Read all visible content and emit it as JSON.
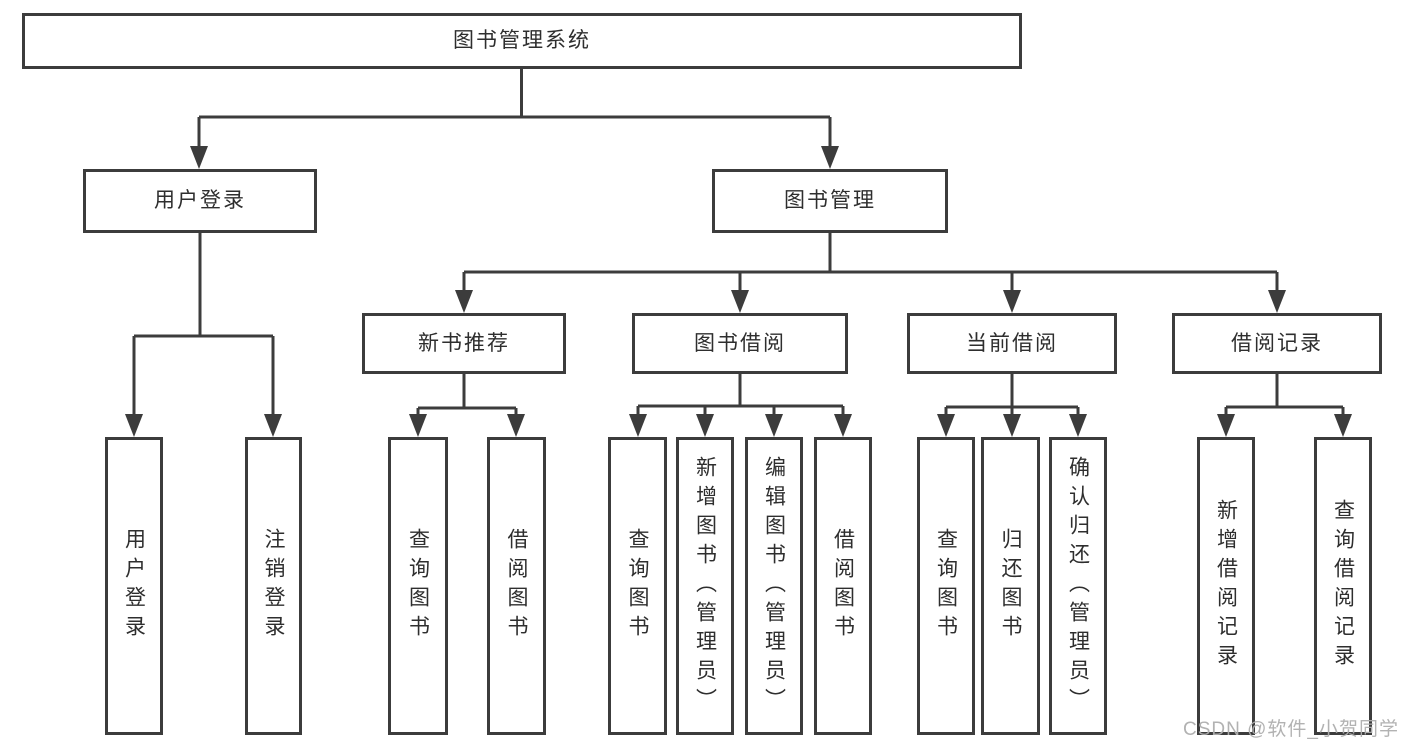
{
  "tree": {
    "label": "图书管理系统",
    "children": [
      {
        "label": "用户登录",
        "children": [
          {
            "label": "用户登录"
          },
          {
            "label": "注销登录"
          }
        ]
      },
      {
        "label": "图书管理",
        "children": [
          {
            "label": "新书推荐",
            "children": [
              {
                "label": "查询图书"
              },
              {
                "label": "借阅图书"
              }
            ]
          },
          {
            "label": "图书借阅",
            "children": [
              {
                "label": "查询图书"
              },
              {
                "label": "新增图书（管理员）"
              },
              {
                "label": "编辑图书（管理员）"
              },
              {
                "label": "借阅图书"
              }
            ]
          },
          {
            "label": "当前借阅",
            "children": [
              {
                "label": "查询图书"
              },
              {
                "label": "归还图书"
              },
              {
                "label": "确认归还（管理员）"
              }
            ]
          },
          {
            "label": "借阅记录",
            "children": [
              {
                "label": "新增借阅记录"
              },
              {
                "label": "查询借阅记录"
              }
            ]
          }
        ]
      }
    ]
  },
  "watermark": {
    "text": "CSDN @软件_小贺同学"
  },
  "colors": {
    "background": "#ffffff",
    "line": "#3c3c3c",
    "text": "#2e2e2e",
    "watermark": "#aeaeae"
  }
}
